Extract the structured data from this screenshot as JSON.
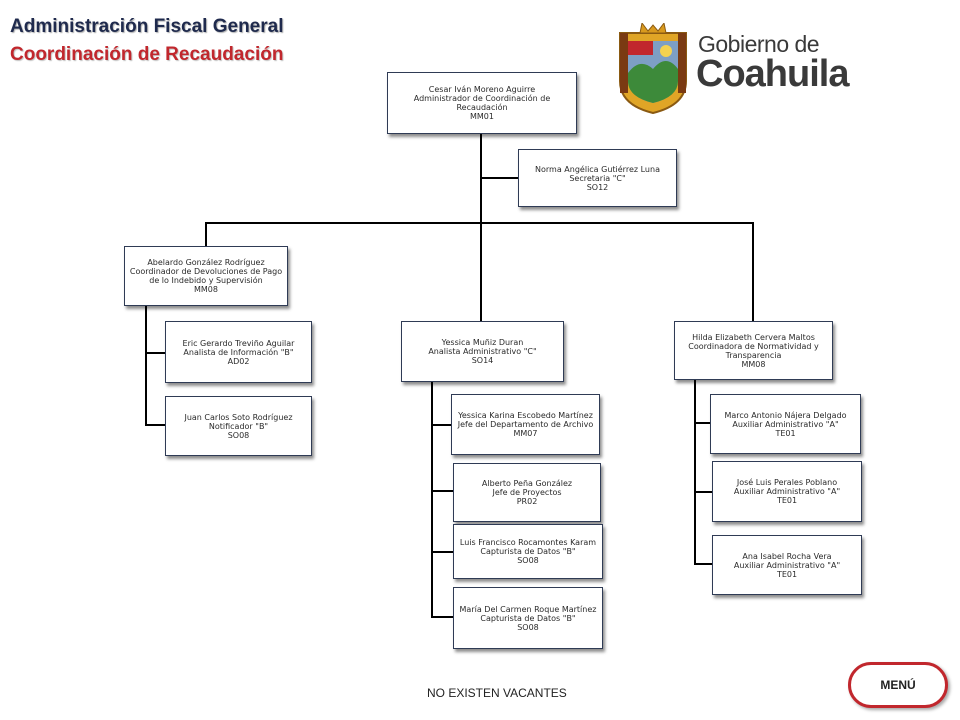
{
  "header": {
    "title": "Administración Fiscal General",
    "subtitle": "Coordinación de Recaudación"
  },
  "logo": {
    "line1": "Gobierno de",
    "line2": "Coahuila",
    "icon": "coat-of-arms-icon"
  },
  "org": {
    "director": {
      "name": "Cesar Iván Moreno Aguirre",
      "role": "Administrador de Coordinación de Recaudación",
      "code": "MM01"
    },
    "secretary": {
      "name": "Norma Angélica Gutiérrez Luna",
      "role": "Secretaria \"C\"",
      "code": "SO12"
    },
    "devoluciones": {
      "name": "Abelardo González Rodríguez",
      "role": "Coordinador de Devoluciones de Pago de lo Indebido y Supervisión",
      "code": "MM08"
    },
    "analista_info": {
      "name": "Eric Gerardo Treviño Aguilar",
      "role": "Analista de Información \"B\"",
      "code": "AD02"
    },
    "notificador": {
      "name": "Juan Carlos Soto Rodríguez",
      "role": "Notificador \"B\"",
      "code": "SO08"
    },
    "analista_admin": {
      "name": "Yessica Muñiz Duran",
      "role": "Analista Administrativo \"C\"",
      "code": "SO14"
    },
    "archivo": {
      "name": "Yessica Karina Escobedo Martínez",
      "role": "Jefe del Departamento de Archivo",
      "code": "MM07"
    },
    "proyectos": {
      "name": "Alberto Peña González",
      "role": "Jefe de Proyectos",
      "code": "PR02"
    },
    "capturista1": {
      "name": "Luis Francisco Rocamontes Karam",
      "role": "Capturista de Datos \"B\"",
      "code": "SO08"
    },
    "capturista2": {
      "name": "María Del Carmen Roque Martínez",
      "role": "Capturista de Datos \"B\"",
      "code": "SO08"
    },
    "normatividad": {
      "name": "Hilda Elizabeth Cervera Maltos",
      "role": "Coordinadora de Normatividad y Transparencia",
      "code": "MM08"
    },
    "auxiliar1": {
      "name": "Marco Antonio Nájera Delgado",
      "role": "Auxiliar Administrativo \"A\"",
      "code": "TE01"
    },
    "auxiliar2": {
      "name": "José Luis Perales Poblano",
      "role": "Auxiliar Administrativo \"A\"",
      "code": "TE01"
    },
    "auxiliar3": {
      "name": "Ana Isabel Rocha Vera",
      "role": "Auxiliar Administrativo \"A\"",
      "code": "TE01"
    }
  },
  "footer": {
    "note": "NO EXISTEN VACANTES",
    "menu_label": "MENÚ"
  },
  "colors": {
    "title": "#1f2a4d",
    "accent": "#c1272d"
  }
}
